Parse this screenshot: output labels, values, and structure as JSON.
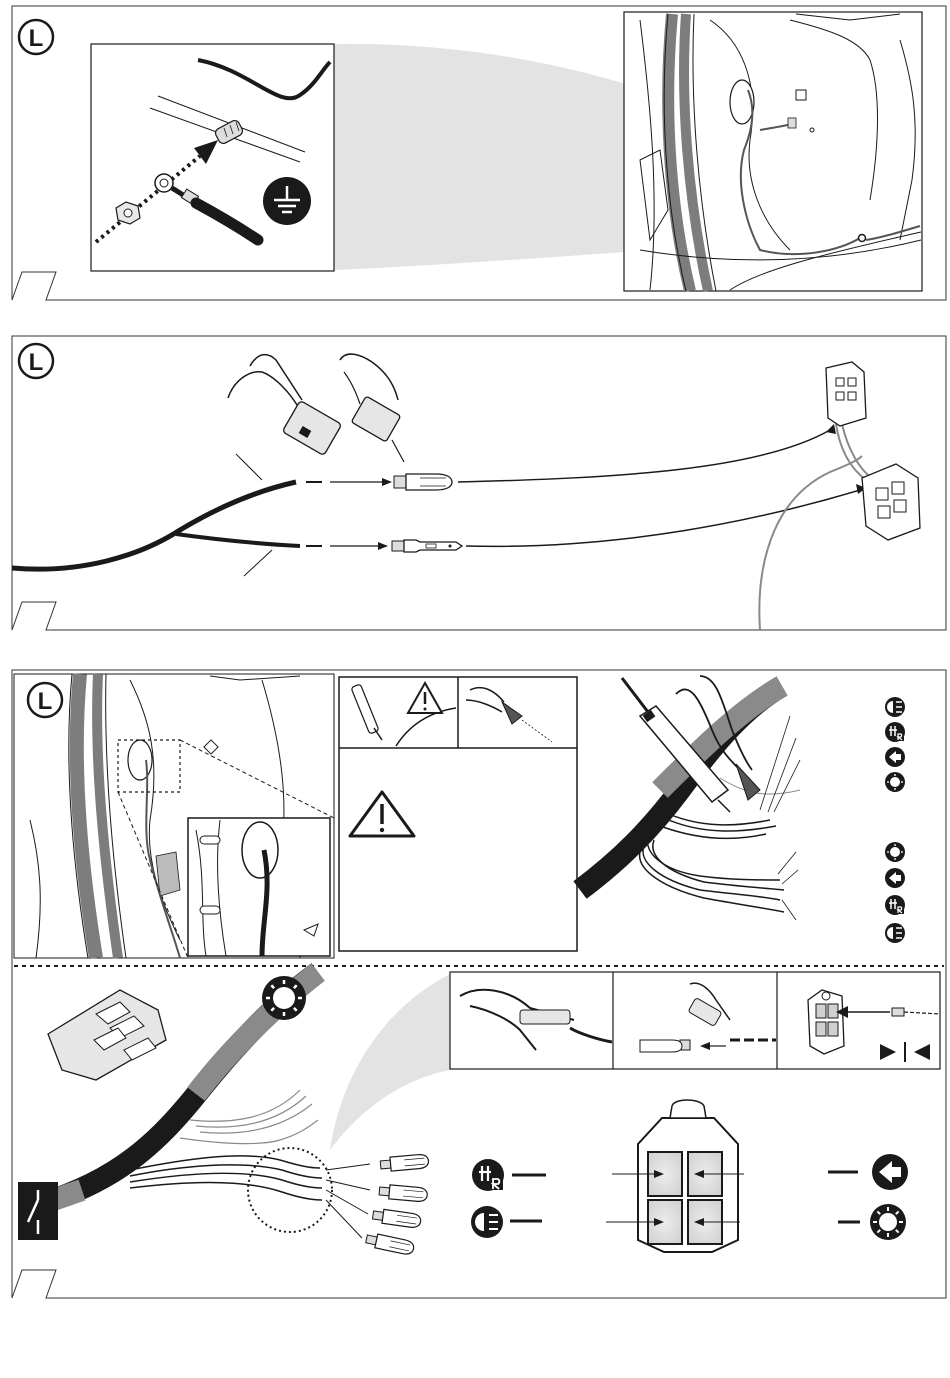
{
  "panels": [
    {
      "id": "panel-1",
      "side_label": "L"
    },
    {
      "id": "panel-2",
      "side_label": "L"
    },
    {
      "id": "panel-3",
      "side_label": "L"
    }
  ],
  "colors": {
    "ink": "#1a1a1a",
    "line": "#333333",
    "grey_wire": "#8a8a8a",
    "light_fill": "#e6e6e6",
    "lens_fill": "#d9d9d9",
    "paper": "#ffffff"
  },
  "icons": {
    "ground": "ground-symbol-icon",
    "fog_light": "rear-fog-light-icon",
    "reverse": "reverse-light-icon",
    "indicator": "turn-indicator-arrow-icon",
    "brake": "brake-light-icon",
    "warning": "warning-triangle-icon",
    "switch": "switch-symbol-icon"
  }
}
